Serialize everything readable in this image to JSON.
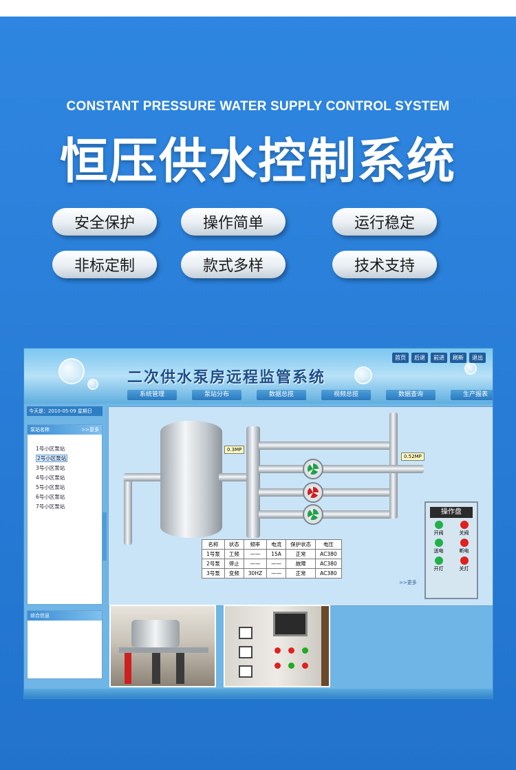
{
  "banner": {
    "subtitle_en": "CONSTANT PRESSURE WATER SUPPLY CONTROL SYSTEM",
    "title_cn": "恒压供水控制系统",
    "features": [
      "安全保护",
      "操作简单",
      "运行稳定",
      "非标定制",
      "款式多样",
      "技术支持"
    ]
  },
  "system": {
    "title": "二次供水泵房远程监管系统",
    "toplinks": [
      "首页",
      "后退",
      "前进",
      "刷新",
      "退出"
    ],
    "nav": [
      "系统管理",
      "泵站分布",
      "数据总揽",
      "视频总揽",
      "数据查询",
      "生产报表"
    ],
    "date_label": "今天是：2010-05-09 星期日",
    "station_panel": {
      "title": "泵站名称",
      "more": ">>更多",
      "items": [
        "1号小区泵站",
        "2号小区泵站",
        "3号小区泵站",
        "4号小区泵站",
        "5号小区泵站",
        "6号小区泵站",
        "7号小区泵站"
      ]
    },
    "info_panel_title": "综合信息",
    "gauges": [
      "0.3MP",
      "0.52MP"
    ],
    "table": {
      "headers": [
        "名称",
        "状态",
        "频率",
        "电流",
        "保护状态",
        "电压"
      ],
      "rows": [
        [
          "1号泵",
          "工频",
          "——",
          "15A",
          "正常",
          "AC380"
        ],
        [
          "2号泵",
          "停止",
          "——",
          "——",
          "故障",
          "AC380"
        ],
        [
          "3号泵",
          "变频",
          "30HZ",
          "——",
          "正常",
          "AC380"
        ]
      ],
      "more": ">>更多"
    },
    "op_panel": {
      "title": "操作盘",
      "buttons": [
        {
          "label": "开阀",
          "color": "#22b04a"
        },
        {
          "label": "关阀",
          "color": "#e02020"
        },
        {
          "label": "送电",
          "color": "#22b04a"
        },
        {
          "label": "断电",
          "color": "#e02020"
        },
        {
          "label": "开灯",
          "color": "#22b04a"
        },
        {
          "label": "关灯",
          "color": "#e02020"
        }
      ]
    }
  }
}
